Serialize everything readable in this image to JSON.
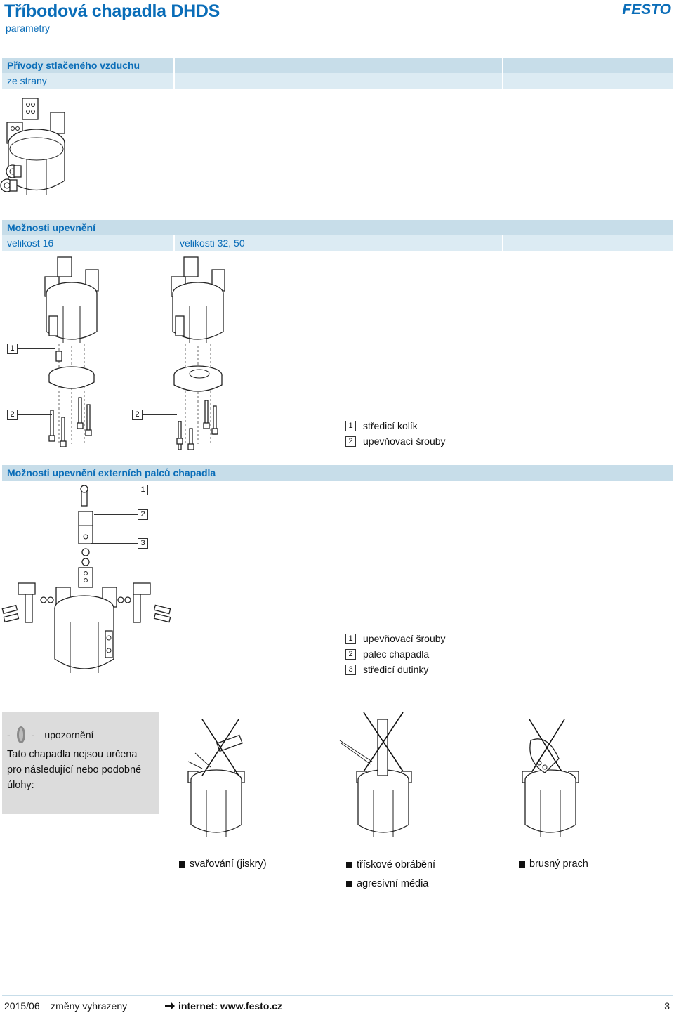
{
  "header": {
    "title": "Tříbodová chapadla DHDS",
    "subtitle": "parametry",
    "brand": "FESTO"
  },
  "section_air": {
    "title": "Přívody stlačeného vzduchu",
    "subtitle": "ze strany"
  },
  "section_mount": {
    "title": "Možnosti upevnění",
    "col_a": "velikost 16",
    "col_b": "velikosti 32, 50",
    "callouts": [
      "1",
      "2",
      "2"
    ],
    "legend": [
      {
        "num": "1",
        "text": "středicí kolík"
      },
      {
        "num": "2",
        "text": "upevňovací šrouby"
      }
    ]
  },
  "section_fingers": {
    "title": "Možnosti upevnění externích palců chapadla",
    "callouts": [
      "1",
      "2",
      "3"
    ],
    "legend": [
      {
        "num": "1",
        "text": "upevňovací šrouby"
      },
      {
        "num": "2",
        "text": "palec chapadla"
      },
      {
        "num": "3",
        "text": "středicí dutinky"
      }
    ]
  },
  "warning": {
    "dash_left": "-",
    "dash_right": "-",
    "label": "upozornění",
    "text": "Tato chapadla nejsou určena pro následující nebo podobné úlohy:",
    "items": [
      "svařování (jiskry)",
      "třískové obrábění",
      "agresivní média",
      "brusný prach"
    ]
  },
  "footer": {
    "left": "2015/06 – změny vyhrazeny",
    "link": "internet: www.festo.cz",
    "page": "3"
  },
  "colors": {
    "brand_blue": "#0a6db8",
    "band_dark": "#c7dde9",
    "band_light": "#dcebf3",
    "note_bg": "#dcdcdc"
  }
}
